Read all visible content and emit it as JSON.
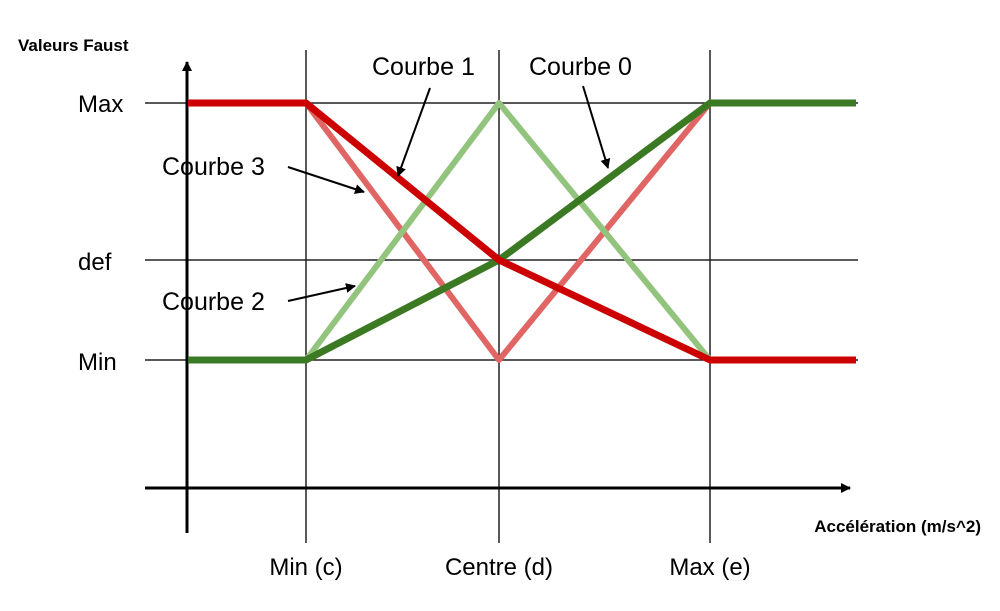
{
  "chart_data": {
    "type": "line",
    "title": "",
    "ylabel": "Valeurs Faust",
    "xlabel": "Accélération (m/s^2)",
    "y_levels": [
      "Min",
      "def",
      "Max"
    ],
    "x_ticks": [
      "Min (c)",
      "Centre (d)",
      "Max (e)"
    ],
    "series": [
      {
        "name": "Courbe 0",
        "color": "#3b7a23",
        "points": [
          [
            "start",
            "Min"
          ],
          [
            "Min (c)",
            "Min"
          ],
          [
            "Centre (d)",
            "def"
          ],
          [
            "Max (e)",
            "Max"
          ],
          [
            "end",
            "Max"
          ]
        ]
      },
      {
        "name": "Courbe 1",
        "color": "#cc0000",
        "points": [
          [
            "start",
            "Max"
          ],
          [
            "Min (c)",
            "Max"
          ],
          [
            "Centre (d)",
            "def"
          ],
          [
            "Max (e)",
            "Min"
          ],
          [
            "end",
            "Min"
          ]
        ]
      },
      {
        "name": "Courbe 2",
        "color": "#93c47d",
        "points": [
          [
            "Min (c)",
            "Min"
          ],
          [
            "Centre (d)",
            "Max"
          ],
          [
            "Max (e)",
            "Min"
          ]
        ]
      },
      {
        "name": "Courbe 3",
        "color": "#e06666",
        "points": [
          [
            "Min (c)",
            "Max"
          ],
          [
            "Centre (d)",
            "Min"
          ],
          [
            "Max (e)",
            "Max"
          ]
        ]
      }
    ],
    "grid": true,
    "legend": "inline-callouts"
  }
}
